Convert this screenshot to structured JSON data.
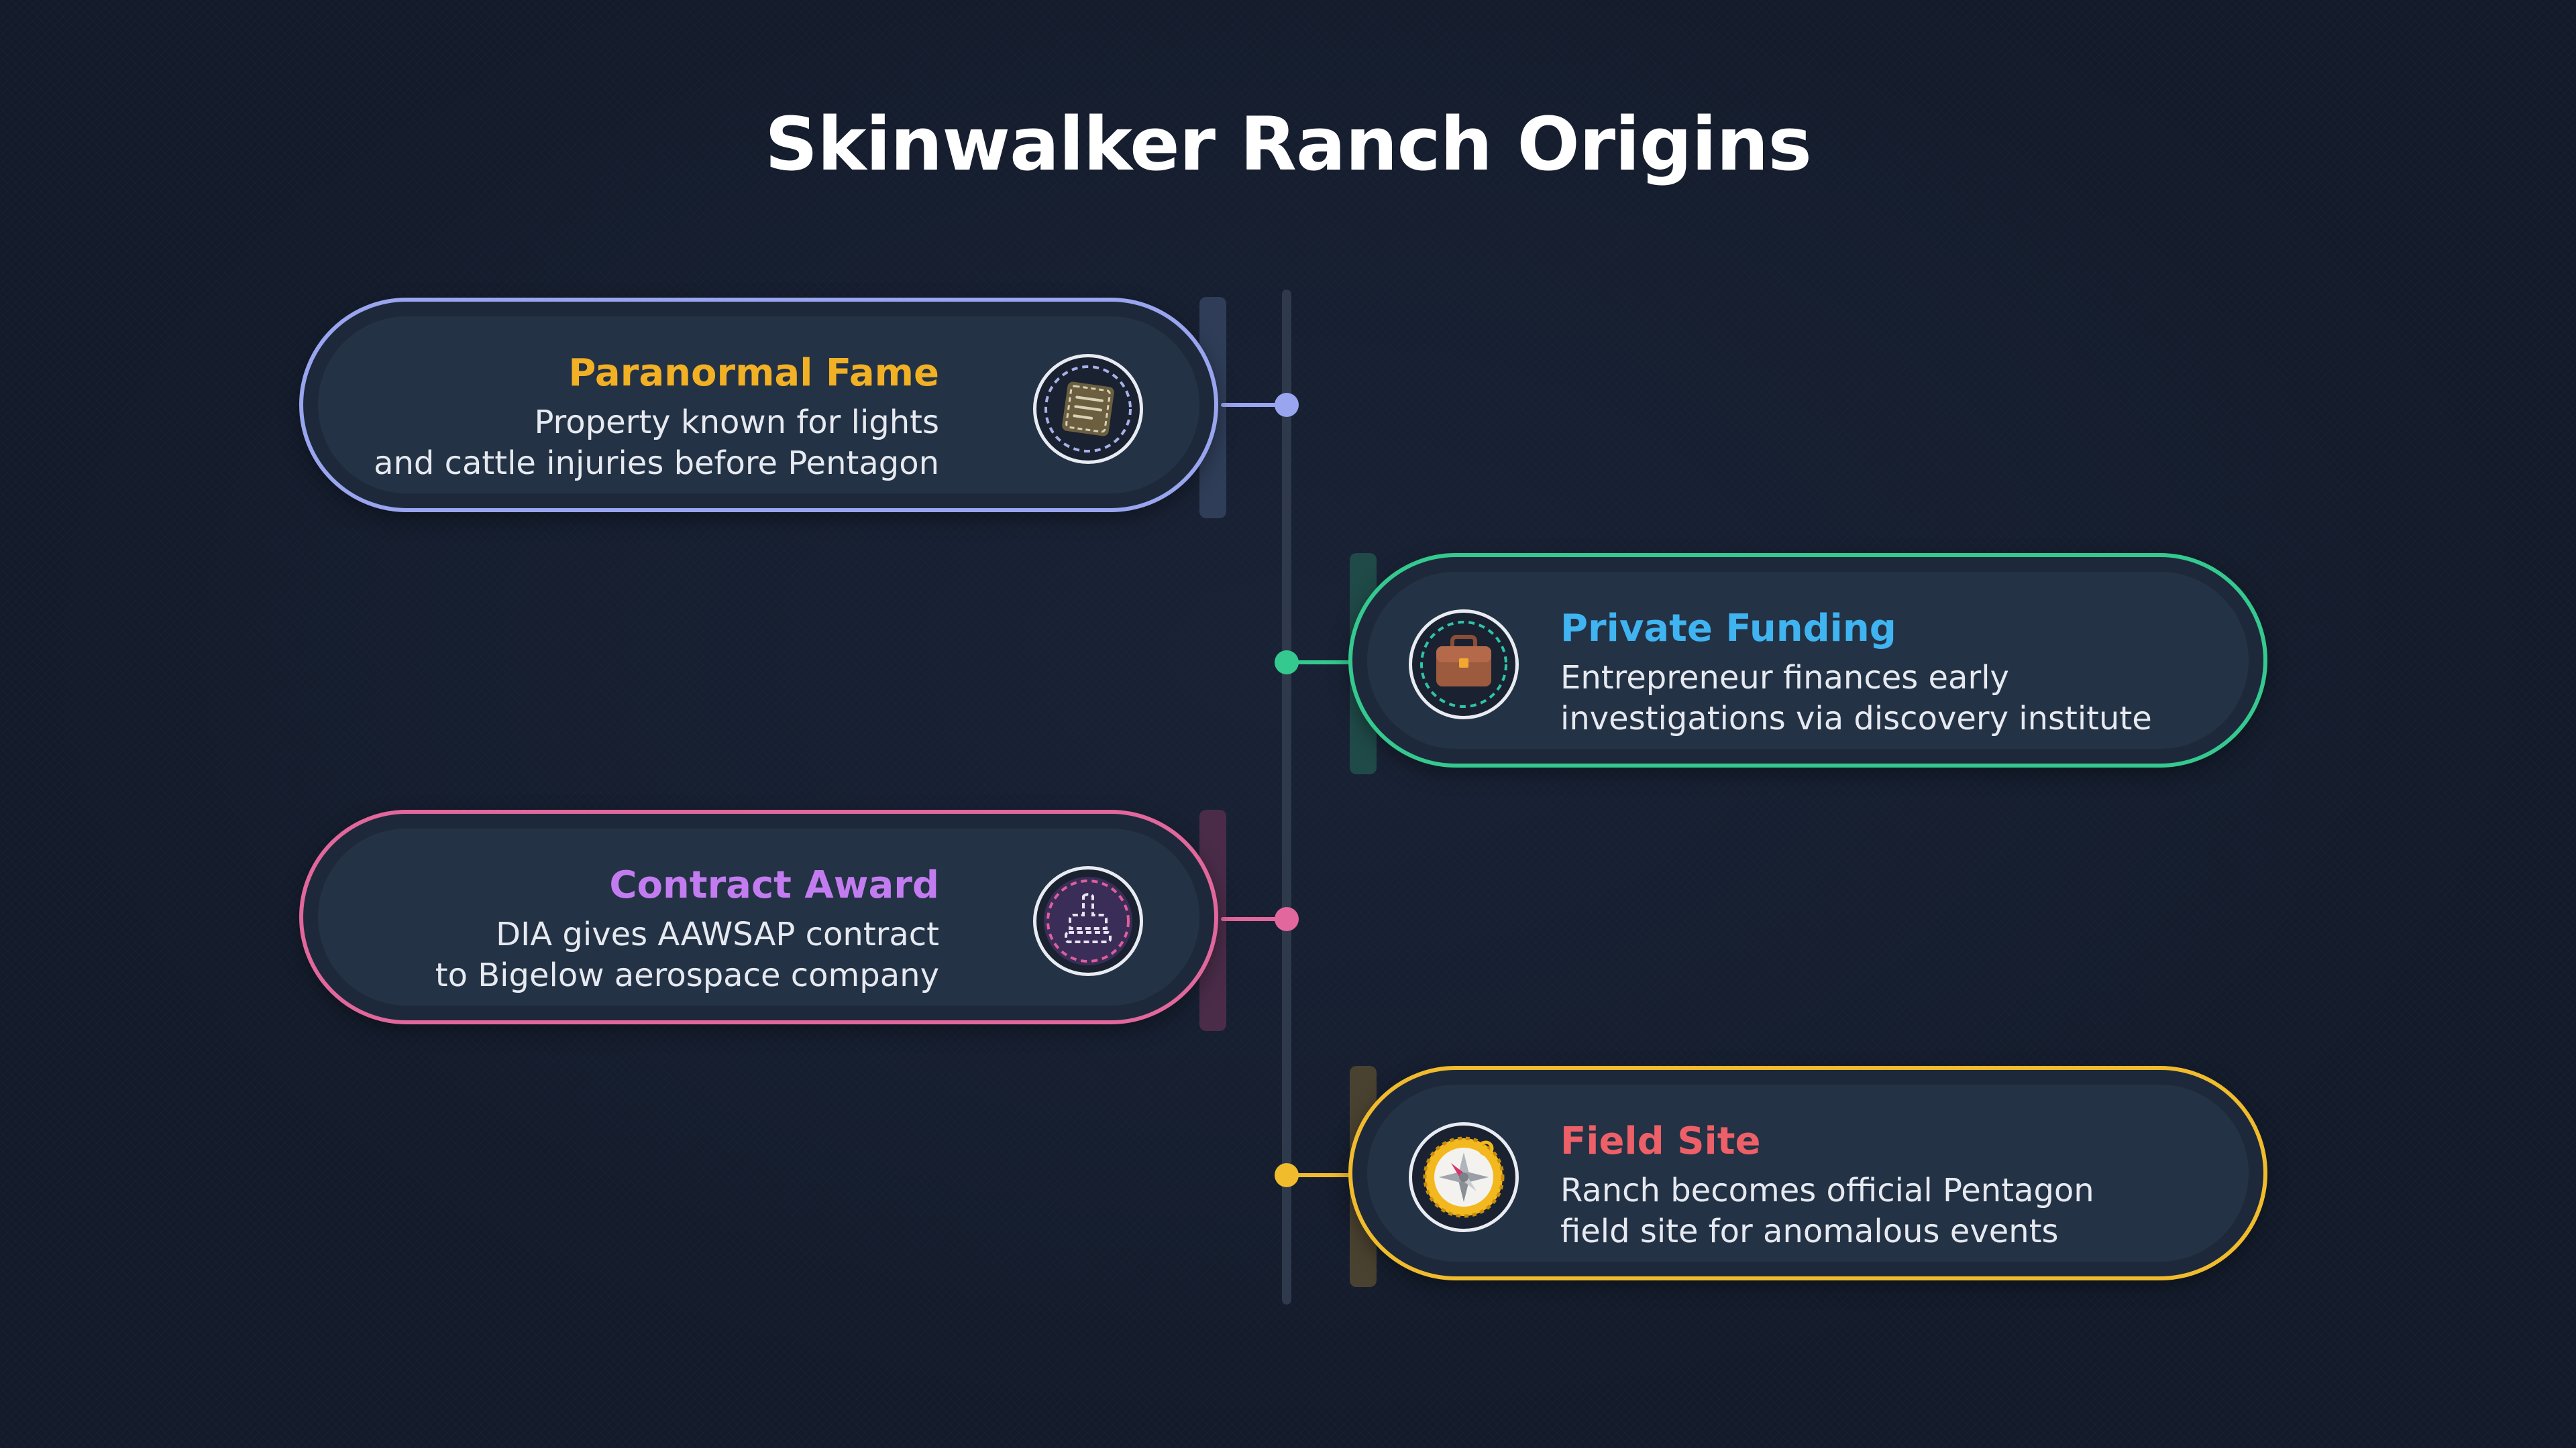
{
  "title": "Skinwalker Ranch Origins",
  "colors": {
    "background": "#131b2b",
    "spine": "#2e3a4c"
  },
  "events": [
    {
      "heading": "Paranormal Fame",
      "line1": "Property known for lights",
      "line2": "and cattle injuries before Pentagon",
      "icon": "document-icon",
      "side": "left",
      "border_color": "#9aa5f0",
      "heading_color": "#f2b124",
      "accent_color": "#2f3d58"
    },
    {
      "heading": "Private Funding",
      "line1": "Entrepreneur finances early",
      "line2": "investigations via discovery institute",
      "icon": "briefcase-icon",
      "side": "right",
      "border_color": "#35c98f",
      "heading_color": "#3fb4f0",
      "accent_color": "#1f4a48"
    },
    {
      "heading": "Contract Award",
      "line1": "DIA gives AAWSAP contract",
      "line2": "to Bigelow aerospace company",
      "icon": "stamp-icon",
      "side": "left",
      "border_color": "#e2679c",
      "heading_color": "#c37cf0",
      "accent_color": "#4a2c49"
    },
    {
      "heading": "Field Site",
      "line1": "Ranch becomes official Pentagon",
      "line2": "field site for anomalous events",
      "icon": "compass-icon",
      "side": "right",
      "border_color": "#f0bb2c",
      "heading_color": "#ee6068",
      "accent_color": "#4a4230"
    }
  ]
}
